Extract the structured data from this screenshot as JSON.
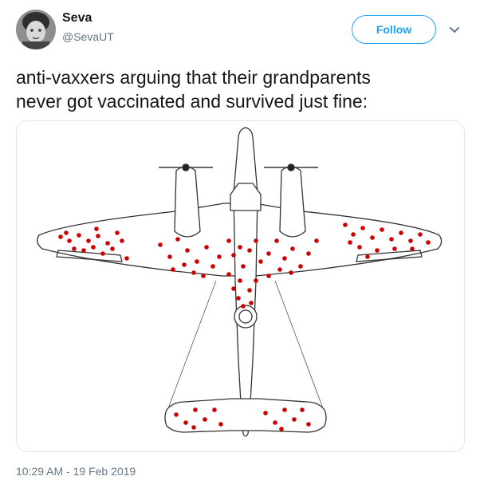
{
  "author": {
    "display_name": "Seva",
    "handle": "@SevaUT",
    "avatar_icon": "avatar-photo-icon"
  },
  "follow": {
    "label": "Follow"
  },
  "more_menu_icon": "chevron-down-icon",
  "tweet": {
    "text_line_1": "anti-vaxxers arguing that their grandparents",
    "text_line_2": "never got vaccinated and survived just fine:"
  },
  "media": {
    "image_icon": "airplane-bullet-holes-diagram",
    "dot_color": "#cc0000"
  },
  "timestamp": "10:29 AM - 19 Feb 2019",
  "colors": {
    "accent": "#1da1f2",
    "text": "#14171a",
    "secondary_text": "#657786"
  }
}
